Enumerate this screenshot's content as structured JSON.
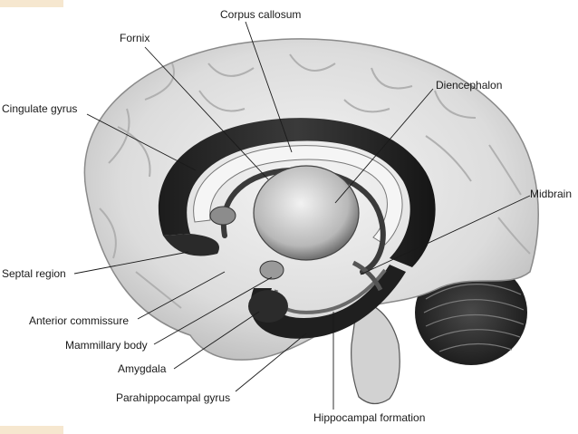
{
  "diagram": {
    "labels": {
      "corpus_callosum": "Corpus callosum",
      "fornix": "Fornix",
      "cingulate_gyrus": "Cingulate gyrus",
      "diencephalon": "Diencephalon",
      "midbrain": "Midbrain",
      "septal_region": "Septal region",
      "anterior_commissure": "Anterior commissure",
      "mammillary_body": "Mammillary body",
      "amygdala": "Amygdala",
      "parahippocampal_gyrus": "Parahippocampal gyrus",
      "hippocampal_formation": "Hippocampal formation"
    }
  }
}
